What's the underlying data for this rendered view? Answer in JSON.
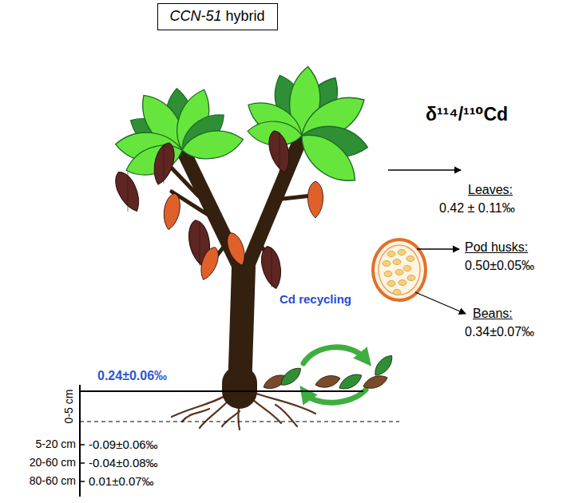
{
  "diagram": {
    "nodes": [
      {
        "text": [
          "CCN-51 hybrid"
        ]
      }
    ],
    "labels": [
      "δ¹¹⁴/¹¹⁰Cd",
      "Leaves:",
      "0.42 ± 0.11‰",
      "Pod husks:",
      "0.50±0.05‰",
      "Beans:",
      "0.34±0.07‰",
      "Cd recycling",
      "0-5 cm",
      "0.24±0.06‰",
      "5-20 cm",
      "-0.09±0.06‰",
      "20-60 cm",
      "-0.04±0.08‰",
      "80-60 cm",
      "0.01±0.07‰"
    ]
  }
}
